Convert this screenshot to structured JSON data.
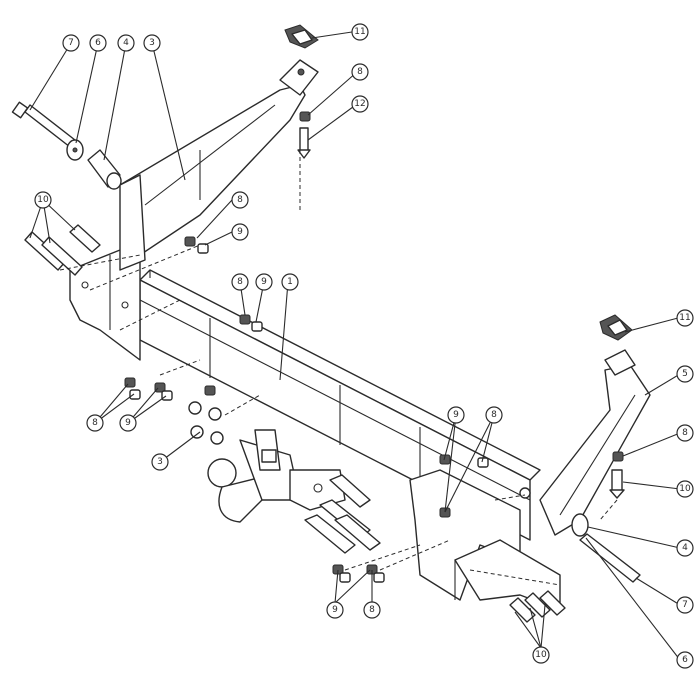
{
  "callouts": {
    "c1": "1",
    "c3": "3",
    "c4": "4",
    "c5": "5",
    "c6": "6",
    "c7": "7",
    "c8": "8",
    "c9": "9",
    "c10": "10",
    "c11": "11",
    "c12": "12"
  },
  "colors": {
    "line": "#2b2b2b",
    "background": "#ffffff"
  }
}
